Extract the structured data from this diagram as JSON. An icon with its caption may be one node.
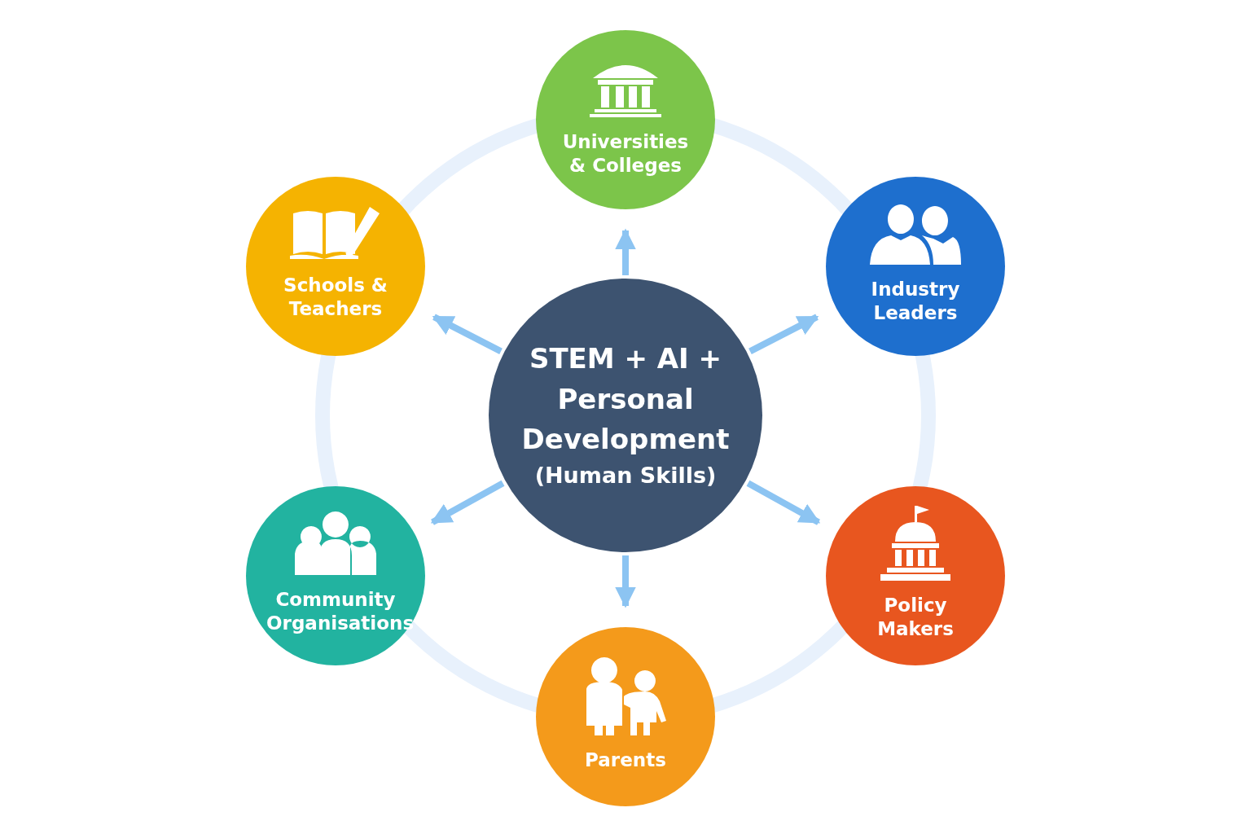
{
  "diagram": {
    "nodes": [
      {
        "text": [
          "Universities & Colleges"
        ]
      },
      {
        "text": [
          "Schools & Teachers"
        ]
      },
      {
        "text": [
          "Industry Leaders"
        ]
      },
      {
        "text": [
          "STEM + AI + Personal Development",
          "(Human Skills)"
        ]
      },
      {
        "text": [
          "Community Organisations"
        ]
      },
      {
        "text": [
          "Policy Makers"
        ]
      },
      {
        "text": [
          "Parents"
        ]
      }
    ],
    "edges": [
      {
        "from": 3,
        "to": 0,
        "arrow": "to"
      },
      {
        "from": 3,
        "to": 2,
        "arrow": "to"
      },
      {
        "from": 3,
        "to": 5,
        "arrow": "to"
      },
      {
        "from": 3,
        "to": 6,
        "arrow": "to"
      },
      {
        "from": 3,
        "to": 4,
        "arrow": "to"
      },
      {
        "from": 3,
        "to": 1,
        "arrow": "to"
      }
    ]
  }
}
